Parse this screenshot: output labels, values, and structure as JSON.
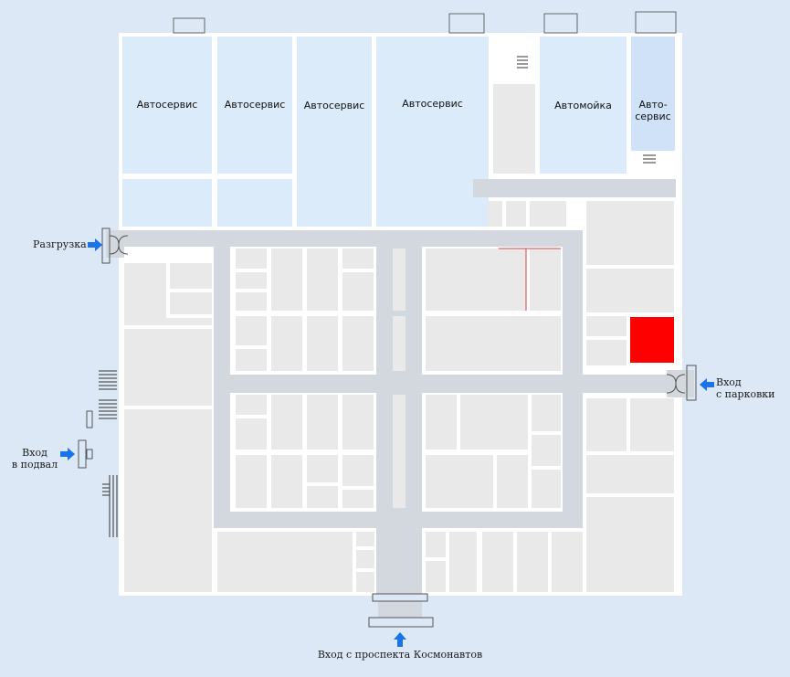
{
  "colors": {
    "background": "#dce8f5",
    "wall": "#ffffff",
    "room": "#e9e9e9",
    "corridor": "#d3d8de",
    "service_room": "#dcebfa",
    "service_room_highlight": "#cfe2f8",
    "highlight": "#ff0000",
    "arrow": "#1a73e8"
  },
  "rooms": {
    "service1": "Автосервис",
    "service2": "Автосервис",
    "service3": "Автосервис",
    "service4": "Автосервис",
    "carwash": "Автомойка",
    "service5_line1": "Авто-",
    "service5_line2": "сервис"
  },
  "entrances": {
    "unloading": "Разгрузка",
    "parking_line1": "Вход",
    "parking_line2": "с парковки",
    "basement_line1": "Вход",
    "basement_line2": "в подвал",
    "main": "Вход с проспекта Космонавтов"
  },
  "icons": {
    "arrow": "arrow-icon",
    "stairs": "stairs-icon",
    "door": "door-icon"
  }
}
